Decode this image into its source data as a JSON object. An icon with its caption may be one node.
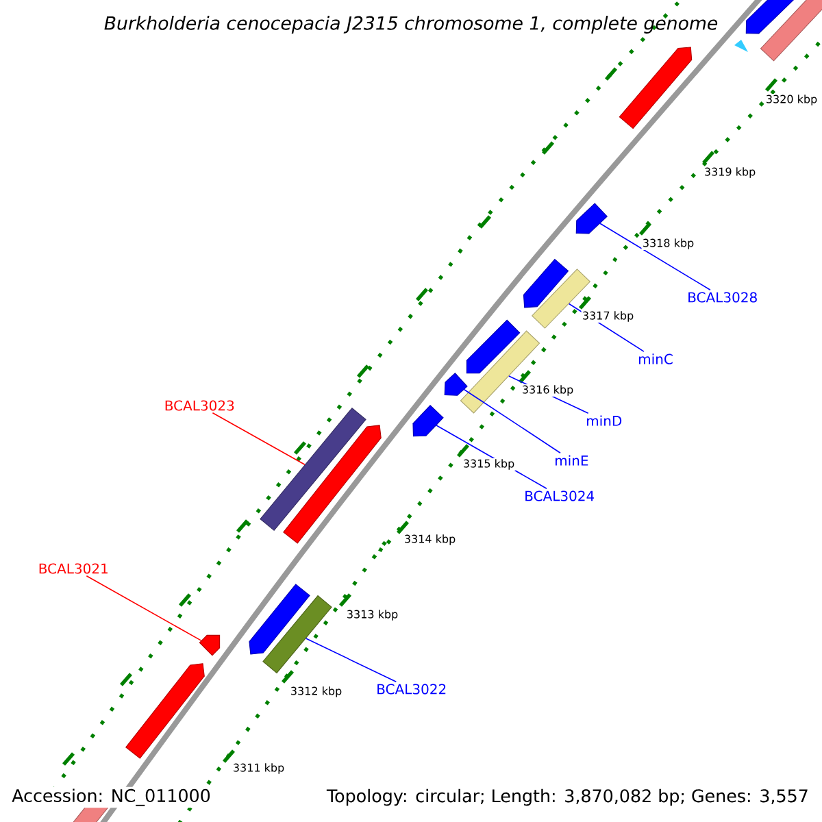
{
  "diagram": {
    "title": "Burkholderia cenocepacia J2315 chromosome 1, complete genome",
    "nodes": [
      {
        "text": [
          "BCAL3028"
        ]
      },
      {
        "text": [
          "minC"
        ]
      },
      {
        "text": [
          "minD"
        ]
      },
      {
        "text": [
          "minE"
        ]
      },
      {
        "text": [
          "BCAL3024"
        ]
      },
      {
        "text": [
          "BCAL3023"
        ]
      },
      {
        "text": [
          "BCAL3021"
        ]
      },
      {
        "text": [
          "BCAL3022"
        ]
      },
      {
        "text": [],
        "shape": "bar"
      },
      {
        "text": [],
        "shape": "bar"
      },
      {
        "text": [],
        "shape": "bar"
      },
      {
        "text": [],
        "shape": "bar"
      },
      {
        "text": [],
        "shape": "bar"
      },
      {
        "text": [],
        "shape": "bar"
      },
      {
        "text": [],
        "shape": "bar"
      },
      {
        "text": [],
        "shape": "bar"
      }
    ],
    "edges": [
      {
        "from": 0,
        "to": 8,
        "arrow": "none"
      },
      {
        "from": 1,
        "to": 9,
        "arrow": "none"
      },
      {
        "from": 2,
        "to": 10,
        "arrow": "none"
      },
      {
        "from": 3,
        "to": 11,
        "arrow": "none"
      },
      {
        "from": 4,
        "to": 12,
        "arrow": "none"
      },
      {
        "from": 5,
        "to": 13,
        "arrow": "none",
        "color": "#ff0000"
      },
      {
        "from": 6,
        "to": 14,
        "arrow": "none",
        "color": "#ff0000"
      },
      {
        "from": 7,
        "to": 15,
        "arrow": "none"
      }
    ],
    "labels": [
      "3320 kbp",
      "3319 kbp",
      "3318 kbp",
      "3317 kbp",
      "3316 kbp",
      "3315 kbp",
      "3314 kbp",
      "3313 kbp",
      "3312 kbp",
      "3311 kbp",
      "Accession: NC_011000",
      "Topology: circular; Length: 3,870,082 bp; Genes: 3,557"
    ]
  }
}
